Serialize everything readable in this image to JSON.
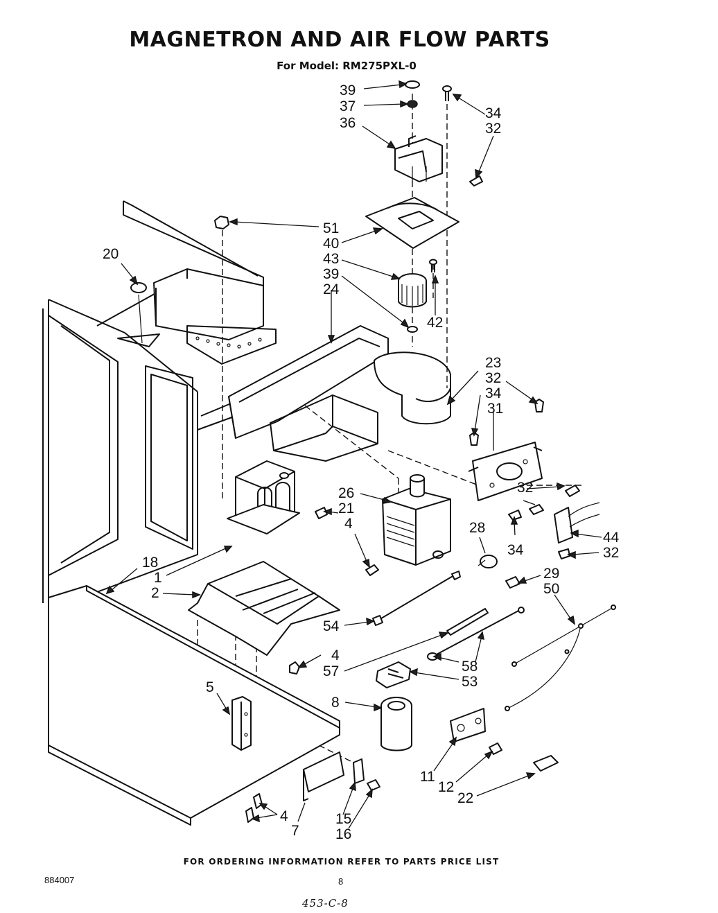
{
  "header": {
    "title": "MAGNETRON AND AIR FLOW PARTS",
    "subtitle": "For Model: RM275PXL-0"
  },
  "footer": {
    "notice": "FOR ORDERING INFORMATION REFER TO PARTS PRICE LIST",
    "doc_number": "884007",
    "page_number": "8",
    "handwritten_note": "453-C-8"
  },
  "part_labels": {
    "p39a": "39",
    "p37": "37",
    "p36": "36",
    "p34a": "34",
    "p32a": "32",
    "p51": "51",
    "p40": "40",
    "p43": "43",
    "p39b": "39",
    "p24": "24",
    "p42": "42",
    "p20": "20",
    "p23": "23",
    "p32b": "32",
    "p34b": "34",
    "p31": "31",
    "p32c": "32",
    "p34c": "34",
    "p44": "44",
    "p32d": "32",
    "p26": "26",
    "p21": "21",
    "p4a": "4",
    "p28": "28",
    "p29": "29",
    "p50": "50",
    "p18": "18",
    "p1": "1",
    "p2": "2",
    "p54": "54",
    "p4b": "4",
    "p57": "57",
    "p58": "58",
    "p53": "53",
    "p5": "5",
    "p8": "8",
    "p11": "11",
    "p12": "12",
    "p22": "22",
    "p15": "15",
    "p16": "16",
    "p4c": "4",
    "p7": "7"
  }
}
